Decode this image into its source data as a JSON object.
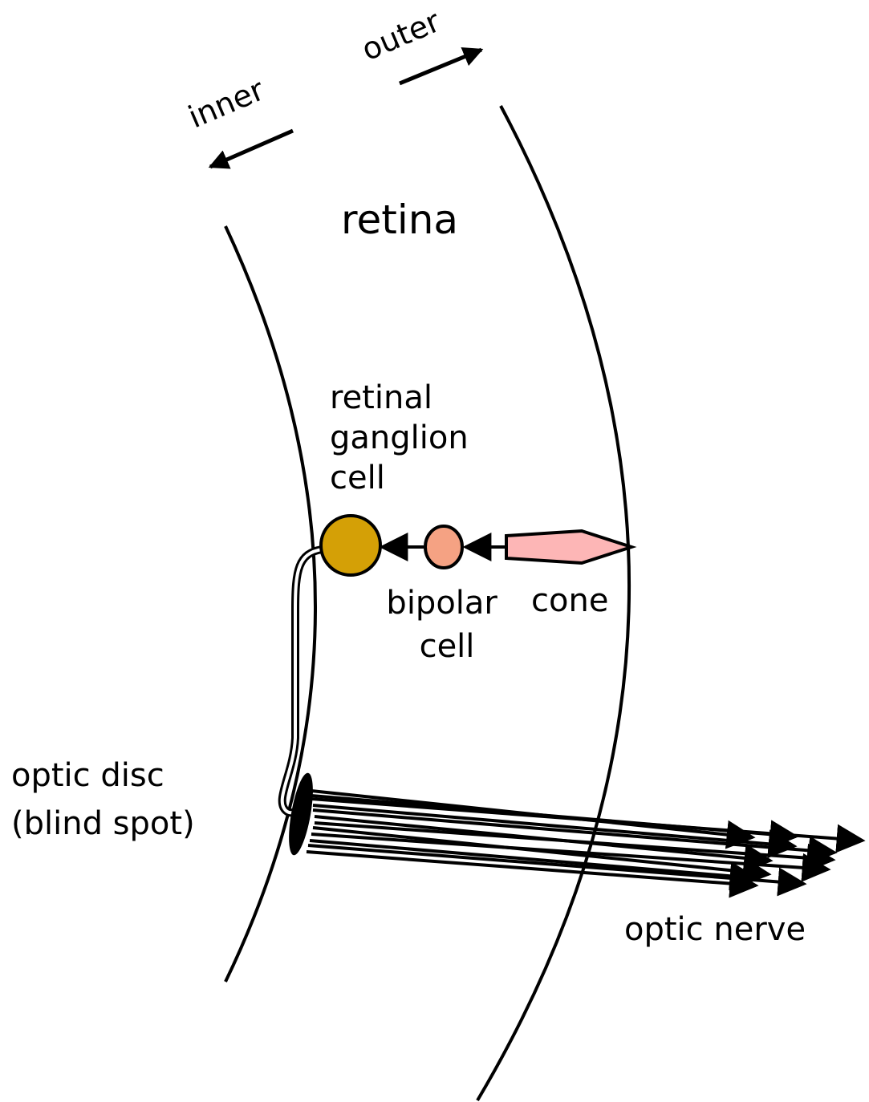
{
  "direction": {
    "inner": "inner",
    "outer": "outer"
  },
  "labels": {
    "retina": "retina",
    "ganglion": [
      "retinal",
      "ganglion",
      "cell"
    ],
    "bipolar": [
      "bipolar",
      "cell"
    ],
    "cone": "cone",
    "optic_disc": [
      "optic disc",
      "(blind spot)"
    ],
    "optic_nerve": "optic nerve"
  },
  "colors": {
    "ganglion_cell": "#d4a006",
    "bipolar_cell": "#f5a283",
    "cone": "#fdb6b6",
    "line": "#000000"
  },
  "icons": {
    "inner_arrow": "arrow-left-icon",
    "outer_arrow": "arrow-right-icon"
  }
}
